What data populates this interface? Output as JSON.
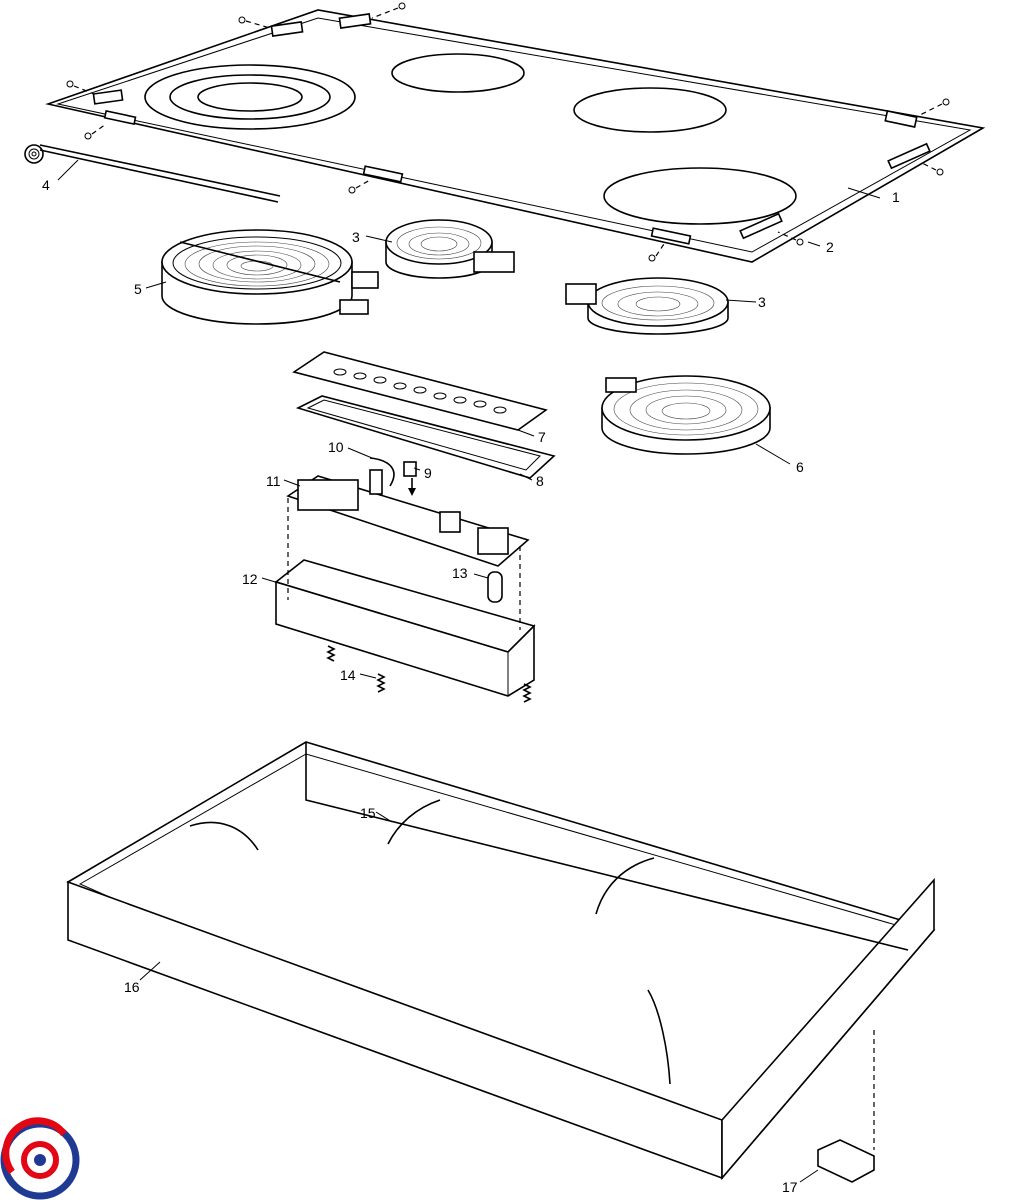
{
  "parts": [
    {
      "id": "1",
      "label": "1"
    },
    {
      "id": "2",
      "label": "2"
    },
    {
      "id": "3a",
      "label": "3"
    },
    {
      "id": "3b",
      "label": "3"
    },
    {
      "id": "4",
      "label": "4"
    },
    {
      "id": "5",
      "label": "5"
    },
    {
      "id": "6",
      "label": "6"
    },
    {
      "id": "7",
      "label": "7"
    },
    {
      "id": "8",
      "label": "8"
    },
    {
      "id": "9",
      "label": "9"
    },
    {
      "id": "10",
      "label": "10"
    },
    {
      "id": "11",
      "label": "11"
    },
    {
      "id": "12",
      "label": "12"
    },
    {
      "id": "13",
      "label": "13"
    },
    {
      "id": "14",
      "label": "14"
    },
    {
      "id": "15",
      "label": "15"
    },
    {
      "id": "16",
      "label": "16"
    },
    {
      "id": "17",
      "label": "17"
    }
  ],
  "logo": {
    "colors": [
      "#1f3a93",
      "#e30613"
    ]
  }
}
